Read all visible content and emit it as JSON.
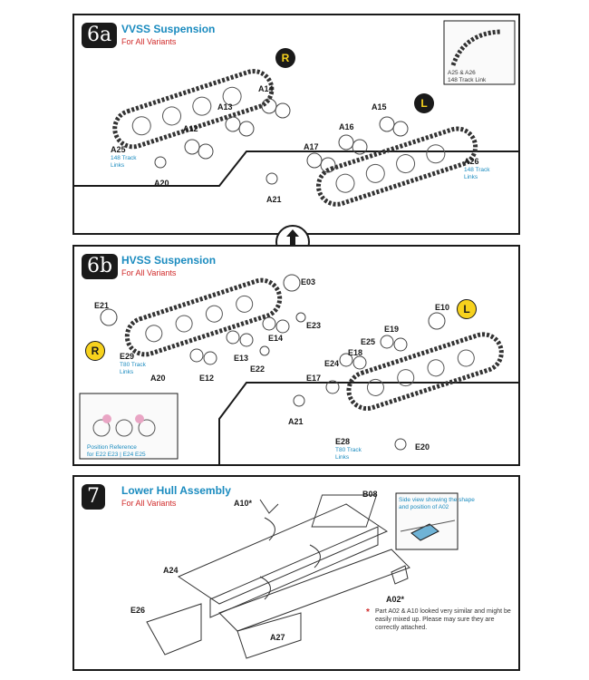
{
  "step6a": {
    "number": "6a",
    "title": "VVSS Suspension",
    "subtitle": "For All Variants",
    "right_badge": "R",
    "left_badge": "L",
    "labels": {
      "a14": "A14",
      "a13": "A13",
      "a12": "A12",
      "a25": "A25",
      "a20": "A20",
      "a15": "A15",
      "a16": "A16",
      "a17": "A17",
      "a21": "A21",
      "a26": "A26"
    },
    "notes": {
      "a25_links": "148 Track\nLinks",
      "a26_links": "148 Track\nLinks",
      "inset": "A25 & A26\n148 Track Link"
    }
  },
  "step6b": {
    "number": "6b",
    "title": "HVSS Suspension",
    "subtitle": "For All Variants",
    "right_badge": "R",
    "left_badge": "L",
    "labels": {
      "e21": "E21",
      "e03": "E03",
      "e23": "E23",
      "e14": "E14",
      "e13": "E13",
      "e12": "E12",
      "e22": "E22",
      "e29": "E29",
      "a20": "A20",
      "e10": "E10",
      "e19": "E19",
      "e25": "E25",
      "e18": "E18",
      "e24": "E24",
      "e17": "E17",
      "a21": "A21",
      "e28": "E28",
      "e20": "E20"
    },
    "notes": {
      "e29_links": "T80 Track\nLinks",
      "e28_links": "T80 Track\nLinks",
      "inset": "Position Reference\nfor E22 E23 | E24 E25"
    }
  },
  "step7": {
    "number": "7",
    "title": "Lower Hull Assembly",
    "subtitle": "For All Variants",
    "labels": {
      "a10": "A10*",
      "b08": "B08",
      "a24": "A24",
      "e26": "E26",
      "a27": "A27",
      "a02": "A02*"
    },
    "side_note": "Side view showing the shape\nand position of A02",
    "warning_star": "*",
    "warning": "Part A02 & A10 looked very similar and might be easily mixed up. Please may sure they are correctly attached."
  }
}
